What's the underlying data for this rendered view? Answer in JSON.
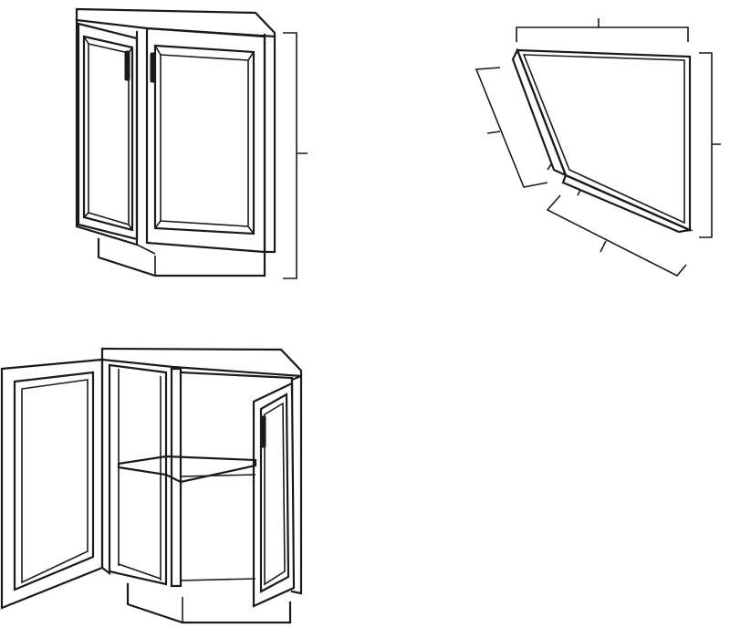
{
  "figure": {
    "views": [
      {
        "name": "closed-front-view"
      },
      {
        "name": "top-plan-view"
      },
      {
        "name": "open-front-view"
      }
    ],
    "colors": {
      "line": "#1a1a1a",
      "background": "#ffffff"
    },
    "icons": [
      "door-handle-icon"
    ]
  }
}
